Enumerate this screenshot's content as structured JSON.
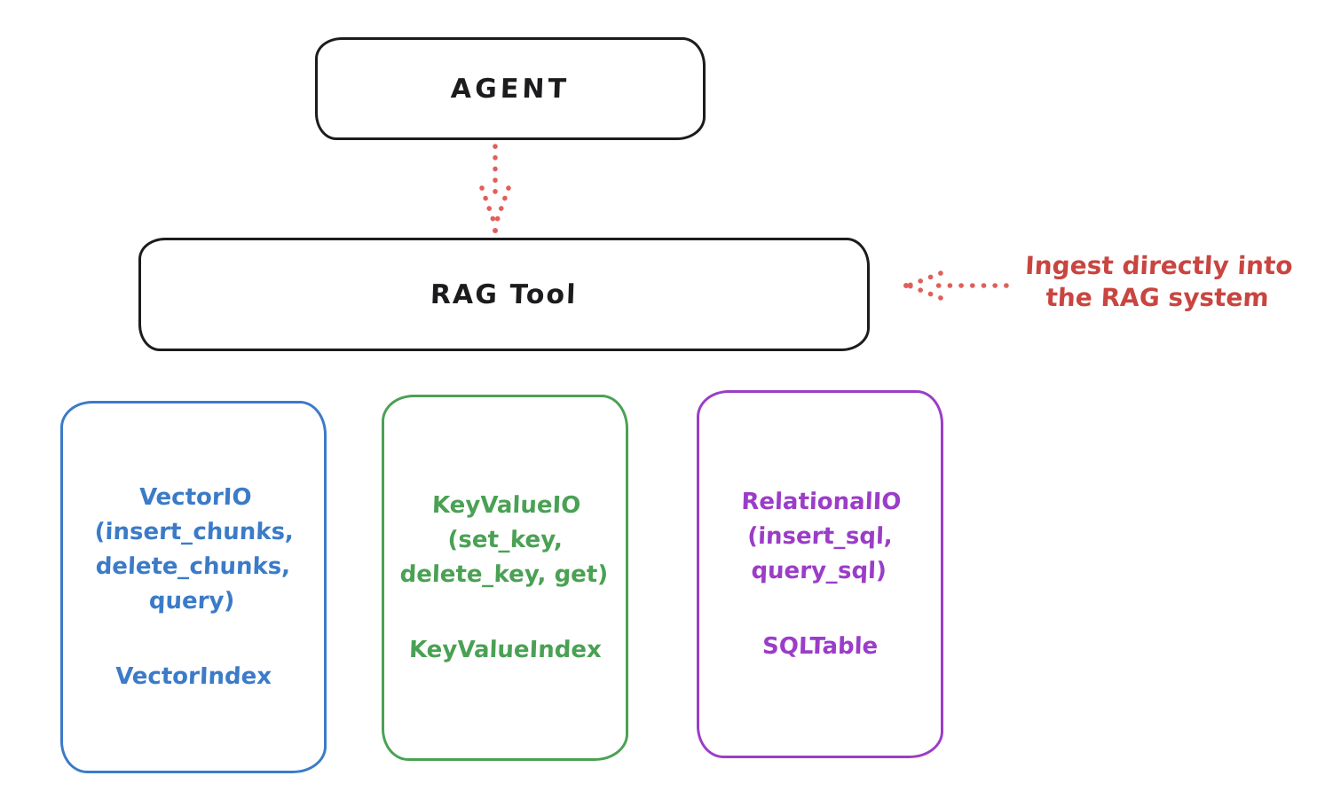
{
  "colors": {
    "ink": "#1c1c1e",
    "red_text": "#c94540",
    "red_arrow": "#e05f5a",
    "vector_blue": "#3b7bc8",
    "keyvalue_green": "#4aa154",
    "relational_purple": "#9b3dc8",
    "background": "#ffffff"
  },
  "agent": {
    "label": "AGENT"
  },
  "rag_tool": {
    "label": "RAG Tool"
  },
  "ingest_note": {
    "text": "Ingest directly into\nthe RAG system"
  },
  "backends": {
    "vector": {
      "methods": "VectorIO\n(insert_chunks,\ndelete_chunks,\nquery)",
      "index": "VectorIndex"
    },
    "keyvalue": {
      "methods": "KeyValueIO\n(set_key,\ndelete_key, get)",
      "index": "KeyValueIndex"
    },
    "relational": {
      "methods": "RelationalIO\n(insert_sql,\nquery_sql)",
      "index": "SQLTable"
    }
  }
}
